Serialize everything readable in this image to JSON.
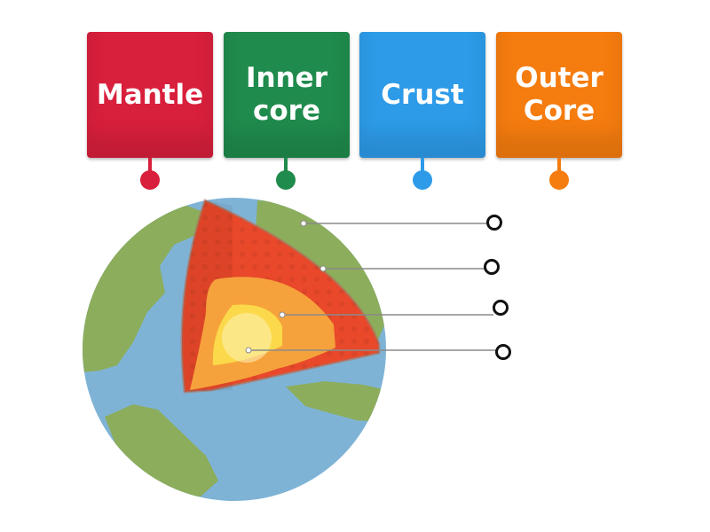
{
  "tiles": [
    {
      "id": "mantle",
      "label": "Mantle",
      "color": "#d81f3c"
    },
    {
      "id": "inner-core",
      "label": "Inner\ncore",
      "color": "#1f8b4c"
    },
    {
      "id": "crust",
      "label": "Crust",
      "color": "#2d9be8"
    },
    {
      "id": "outer-core",
      "label": "Outer\nCore",
      "color": "#f57c0f"
    }
  ],
  "diagram": {
    "colors": {
      "ocean": "#7fb3d6",
      "land": "#8cad5c",
      "mantle": "#e9482a",
      "outer_core": "#f6a23c",
      "inner_core": "#fbd94a",
      "leader": "#8a8a8a",
      "target_ring": "#111111"
    }
  }
}
